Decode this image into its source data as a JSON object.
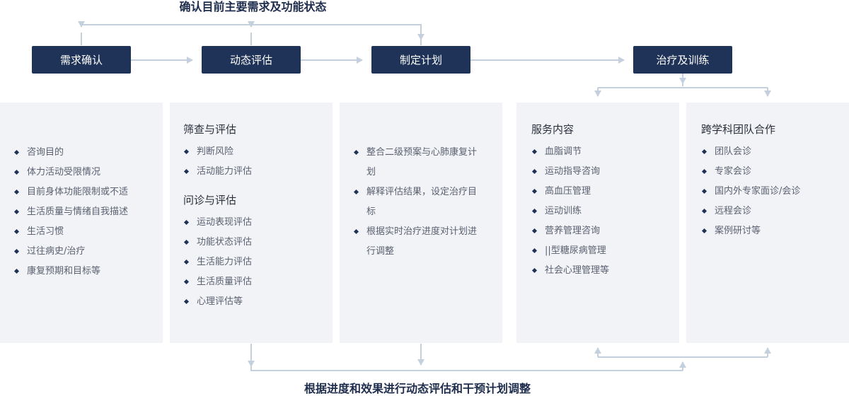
{
  "top_caption": "确认目前主要需求及功能状态",
  "bottom_caption": "根据进度和效果进行动态评估和干预计划调整",
  "steps": {
    "needs": "需求确认",
    "assess": "动态评估",
    "plan": "制定计划",
    "treat": "治疗及训练"
  },
  "panel_needs": {
    "items": [
      "咨询目的",
      "体力活动受限情况",
      "目前身体功能限制或不适",
      "生活质量与情绪自我描述",
      "生活习惯",
      "过往病史/治疗",
      "康复预期和目标等"
    ]
  },
  "panel_assess": {
    "group1_title": "筛查与评估",
    "group1_items": [
      "判断风险",
      "活动能力评估"
    ],
    "group2_title": "问诊与评估",
    "group2_items": [
      "运动表现评估",
      "功能状态评估",
      "生活能力评估",
      "生活质量评估",
      "心理评估等"
    ]
  },
  "panel_plan": {
    "items": [
      "整合二级预案与心肺康复计划",
      "解释评估结果，设定治疗目标",
      "根据实时治疗进度对计划进行调整"
    ]
  },
  "panel_service": {
    "title": "服务内容",
    "items": [
      "血脂调节",
      "运动指导咨询",
      "高血压管理",
      "运动训练",
      "营养管理咨询",
      "||型糖尿病管理",
      "社会心理管理等"
    ]
  },
  "panel_team": {
    "title": "跨学科团队合作",
    "items": [
      "团队会诊",
      "专家会诊",
      "国内外专家面诊/会诊",
      "远程会诊",
      "案例研讨等"
    ]
  },
  "colors": {
    "step_bg": "#1f3257",
    "panel_bg": "#f1f3f7",
    "connector": "#c5d0de"
  }
}
